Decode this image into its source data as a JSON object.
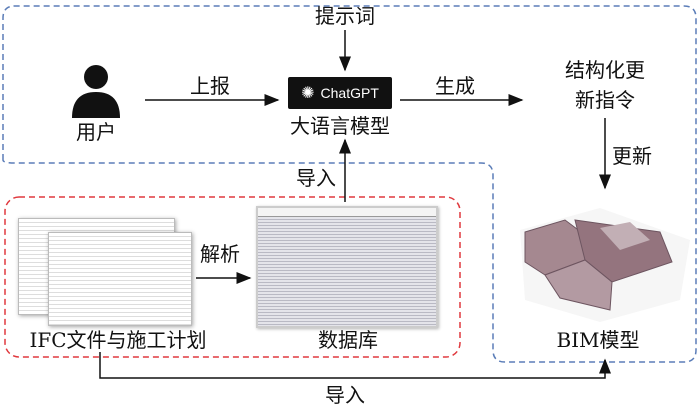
{
  "nodes": {
    "prompt": "提示词",
    "user": "用户",
    "report": "上报",
    "chatgpt_logo": "ChatGPT",
    "llm": "大语言模型",
    "generate": "生成",
    "instruction_line1": "结构化更",
    "instruction_line2": "新指令",
    "update": "更新",
    "import_up": "导入",
    "parse": "解析",
    "ifc": "IFC文件与施工计划",
    "database": "数据库",
    "bim": "BIM模型",
    "import_bottom": "导入"
  },
  "colors": {
    "blue_boundary": "#5b7db8",
    "red_boundary": "#e0393e",
    "arrow": "#111111"
  }
}
